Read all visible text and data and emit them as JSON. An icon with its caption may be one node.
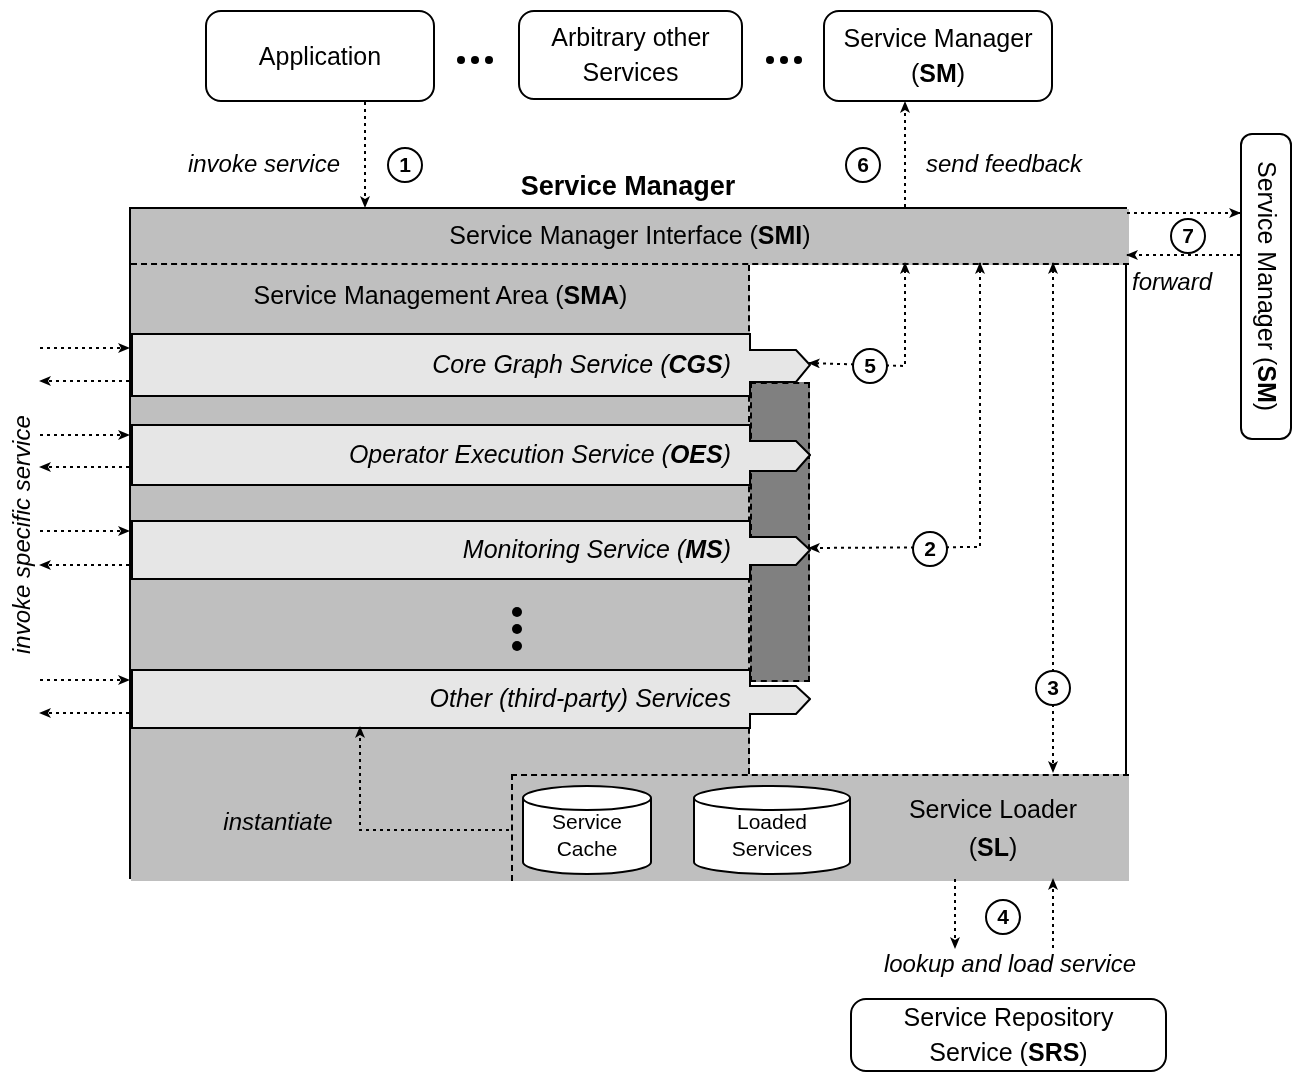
{
  "diagram": {
    "nodes": [
      {
        "text": [
          "Application"
        ]
      },
      {
        "text": [
          "Arbitrary other Services"
        ]
      },
      {
        "text": [
          "Service Manager (**SM**)"
        ]
      },
      {
        "text": [
          "Service Manager"
        ]
      },
      {
        "text": [
          "Service Manager Interface (**SMI**)"
        ],
        "in": 3
      },
      {
        "text": [
          "Service Management Area (**SMA**)"
        ],
        "in": 3
      },
      {
        "text": [
          "Core Graph Service (**CGS**)"
        ],
        "in": 5
      },
      {
        "text": [
          "Operator Execution Service (**OES**)"
        ],
        "in": 5
      },
      {
        "text": [
          "Monitoring Service (**MS**)"
        ],
        "in": 5
      },
      {
        "text": [
          "Other (third-party) Services"
        ],
        "in": 5
      },
      {
        "text": [
          "Service Loader (**SL**)"
        ],
        "in": 3
      },
      {
        "text": [
          "Service Cache"
        ],
        "in": 10
      },
      {
        "text": [
          "Loaded Services"
        ],
        "in": 10
      },
      {
        "text": [
          "Service Manager (**SM**)"
        ]
      },
      {
        "text": [
          "Service Repository Service (**SRS**)"
        ]
      },
      {
        "text": [
          "lookup and load service"
        ]
      },
      {
        "text": [
          "invoke specific service"
        ]
      }
    ],
    "edges": [
      {
        "from": 0,
        "to": 4,
        "arrow": "to",
        "label": "1"
      },
      {
        "from": 4,
        "to": 2,
        "arrow": "to",
        "label": "6"
      },
      {
        "from": 4,
        "to": 13,
        "arrow": "to",
        "label": "7"
      },
      {
        "from": 13,
        "to": 4,
        "arrow": "to"
      },
      {
        "from": 4,
        "to": 6,
        "arrow": "both",
        "label": "5"
      },
      {
        "from": 4,
        "to": 8,
        "arrow": "both",
        "label": "2"
      },
      {
        "from": 4,
        "to": 10,
        "arrow": "both",
        "label": "3"
      },
      {
        "from": 10,
        "to": 15,
        "arrow": "to",
        "label": "4"
      },
      {
        "from": 15,
        "to": 10,
        "arrow": "to"
      },
      {
        "from": 10,
        "to": 9,
        "arrow": "to",
        "label": "instantiate"
      },
      {
        "from": 16,
        "to": 6,
        "arrow": "to"
      },
      {
        "from": 6,
        "to": 16,
        "arrow": "to"
      },
      {
        "from": 16,
        "to": 7,
        "arrow": "to"
      },
      {
        "from": 7,
        "to": 16,
        "arrow": "to"
      },
      {
        "from": 16,
        "to": 8,
        "arrow": "to"
      },
      {
        "from": 8,
        "to": 16,
        "arrow": "to"
      },
      {
        "from": 16,
        "to": 9,
        "arrow": "to"
      },
      {
        "from": 9,
        "to": 16,
        "arrow": "to"
      }
    ],
    "labels": [
      "invoke service",
      "send feedback",
      "forward"
    ]
  }
}
